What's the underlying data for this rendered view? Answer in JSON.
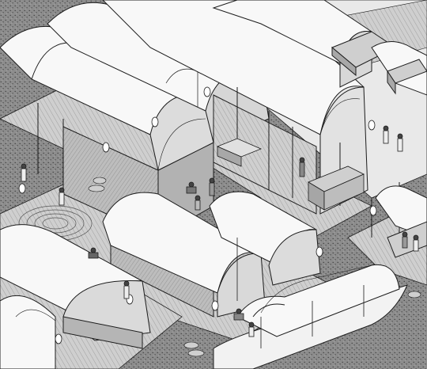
{
  "figure": {
    "kind": "axonometric architectural illustration",
    "palette": {
      "paper": "#ffffff",
      "ground": "#8a8a8a",
      "deck": "#c9c9c9",
      "deck_dark": "#a9a9a9",
      "wall": "#b8b8b8",
      "wall_dark": "#9a9a9a",
      "roof": "#f7f7f7",
      "line": "#1c1c1c",
      "water": "#bcbcbc"
    },
    "elements": {
      "vaulted_pavilions": 9,
      "canopy_boat": 1,
      "figures": 14,
      "hanging_lanterns": 10
    }
  }
}
